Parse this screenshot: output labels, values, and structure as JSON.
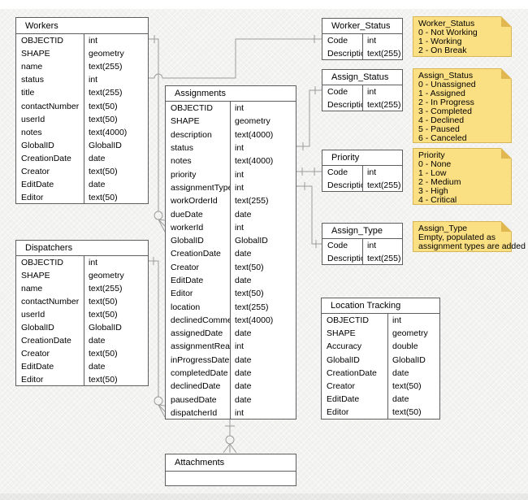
{
  "app": "er-diagram-canvas",
  "colors": {
    "background": "#f1f1ef",
    "table_fill": "#ffffff",
    "table_border": "#5e5e5e",
    "connector": "#9c9c9c",
    "note_fill": "#fbe083",
    "note_border": "#d6b656",
    "note_fold": "#e0b84f",
    "text": "#000000"
  },
  "entities": [
    {
      "id": "workers",
      "title": "Workers",
      "fields": [
        [
          "OBJECTID",
          "int"
        ],
        [
          "SHAPE",
          "geometry"
        ],
        [
          "name",
          "text(255)"
        ],
        [
          "status",
          "int"
        ],
        [
          "title",
          "text(255)"
        ],
        [
          "contactNumber",
          "text(50)"
        ],
        [
          "userId",
          "text(50)"
        ],
        [
          "notes",
          "text(4000)"
        ],
        [
          "GlobalID",
          "GlobalID"
        ],
        [
          "CreationDate",
          "date"
        ],
        [
          "Creator",
          "text(50)"
        ],
        [
          "EditDate",
          "date"
        ],
        [
          "Editor",
          "text(50)"
        ]
      ]
    },
    {
      "id": "dispatchers",
      "title": "Dispatchers",
      "fields": [
        [
          "OBJECTID",
          "int"
        ],
        [
          "SHAPE",
          "geometry"
        ],
        [
          "name",
          "text(255)"
        ],
        [
          "contactNumber",
          "text(50)"
        ],
        [
          "userId",
          "text(50)"
        ],
        [
          "GlobalID",
          "GlobalID"
        ],
        [
          "CreationDate",
          "date"
        ],
        [
          "Creator",
          "text(50)"
        ],
        [
          "EditDate",
          "date"
        ],
        [
          "Editor",
          "text(50)"
        ]
      ]
    },
    {
      "id": "assignments",
      "title": "Assignments",
      "fields": [
        [
          "OBJECTID",
          "int"
        ],
        [
          "SHAPE",
          "geometry"
        ],
        [
          "description",
          "text(4000)"
        ],
        [
          "status",
          "int"
        ],
        [
          "notes",
          "text(4000)"
        ],
        [
          "priority",
          "int"
        ],
        [
          "assignmentType",
          "int"
        ],
        [
          "workOrderId",
          "text(255)"
        ],
        [
          "dueDate",
          "date"
        ],
        [
          "workerId",
          "int"
        ],
        [
          "GlobalID",
          "GlobalID"
        ],
        [
          "CreationDate",
          "date"
        ],
        [
          "Creator",
          "text(50)"
        ],
        [
          "EditDate",
          "date"
        ],
        [
          "Editor",
          "text(50)"
        ],
        [
          "location",
          "text(255)"
        ],
        [
          "declinedComment",
          "text(4000)"
        ],
        [
          "assignedDate",
          "date"
        ],
        [
          "assignmentRead",
          "int"
        ],
        [
          "inProgressDate",
          "date"
        ],
        [
          "completedDate",
          "date"
        ],
        [
          "declinedDate",
          "date"
        ],
        [
          "pausedDate",
          "date"
        ],
        [
          "dispatcherId",
          "int"
        ]
      ]
    },
    {
      "id": "worker_status",
      "title": "Worker_Status",
      "fields": [
        [
          "Code",
          "int"
        ],
        [
          "Description",
          "text(255)"
        ]
      ]
    },
    {
      "id": "assign_status",
      "title": "Assign_Status",
      "fields": [
        [
          "Code",
          "int"
        ],
        [
          "Description",
          "text(255)"
        ]
      ]
    },
    {
      "id": "priority",
      "title": "Priority",
      "fields": [
        [
          "Code",
          "int"
        ],
        [
          "Description",
          "text(255)"
        ]
      ]
    },
    {
      "id": "assign_type",
      "title": "Assign_Type",
      "fields": [
        [
          "Code",
          "int"
        ],
        [
          "Description",
          "text(255)"
        ]
      ]
    },
    {
      "id": "location_tracking",
      "title": "Location Tracking",
      "fields": [
        [
          "OBJECTID",
          "int"
        ],
        [
          "SHAPE",
          "geometry"
        ],
        [
          "Accuracy",
          "double"
        ],
        [
          "GlobalID",
          "GlobalID"
        ],
        [
          "CreationDate",
          "date"
        ],
        [
          "Creator",
          "text(50)"
        ],
        [
          "EditDate",
          "date"
        ],
        [
          "Editor",
          "text(50)"
        ]
      ]
    },
    {
      "id": "attachments",
      "title": "Attachments",
      "fields": []
    }
  ],
  "notes": [
    {
      "id": "note_worker_status",
      "title": "Worker_Status",
      "lines": [
        "0 - Not Working",
        "1 - Working",
        "2 - On Break"
      ]
    },
    {
      "id": "note_assign_status",
      "title": "Assign_Status",
      "lines": [
        "0 - Unassigned",
        "1 - Assigned",
        "2 - In Progress",
        "3 - Completed",
        "4 - Declined",
        "5 - Paused",
        "6 - Canceled"
      ]
    },
    {
      "id": "note_priority",
      "title": "Priority",
      "lines": [
        "0 - None",
        "1 - Low",
        "2 - Medium",
        "3 - High",
        "4 - Critical"
      ]
    },
    {
      "id": "note_assign_type",
      "title": "Assign_Type",
      "lines": [
        "Empty, populated as",
        "assignment types are added"
      ]
    }
  ],
  "relationships": [
    {
      "from": "Workers.OBJECTID",
      "to": "Assignments.workerId",
      "cardinality": "one to zero-or-many"
    },
    {
      "from": "Workers.status",
      "to": "Worker_Status.Code",
      "cardinality": "one"
    },
    {
      "from": "Dispatchers.OBJECTID",
      "to": "Assignments.dispatcherId",
      "cardinality": "one to zero-or-many"
    },
    {
      "from": "Assignments.status",
      "to": "Assign_Status.Code",
      "cardinality": "one"
    },
    {
      "from": "Assignments.priority",
      "to": "Priority.Code",
      "cardinality": "one"
    },
    {
      "from": "Assignments.assignmentType",
      "to": "Assign_Type.Code",
      "cardinality": "one"
    },
    {
      "from": "Assignments",
      "to": "Attachments",
      "cardinality": "one to zero-or-many"
    }
  ]
}
